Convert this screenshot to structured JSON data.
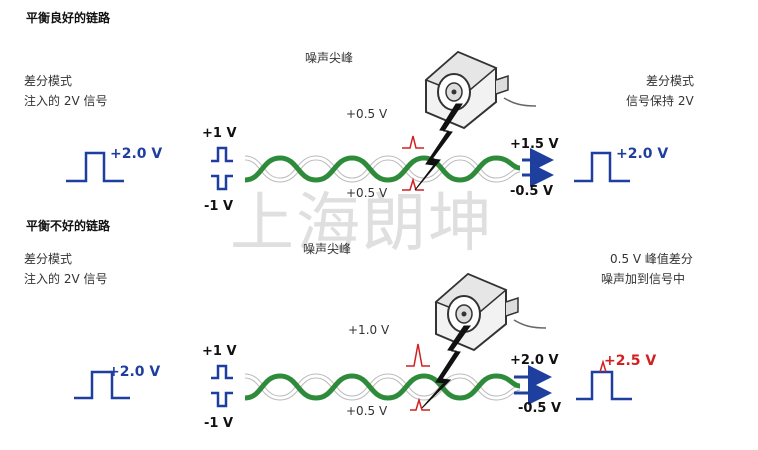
{
  "good_link": {
    "heading": "平衡良好的链路",
    "noise_label": "噪声尖峰",
    "left_note_1": "差分模式",
    "left_note_2": "注入的 2V 信号",
    "right_note_1": "差分模式",
    "right_note_2": "信号保持 2V",
    "input_amplitude": "+2.0 V",
    "pos_in": "+1 V",
    "neg_in": "-1 V",
    "noise_top": "+0.5 V",
    "noise_bottom": "+0.5 V",
    "out_pos": "+1.5 V",
    "out_neg": "-0.5 V",
    "output_amplitude": "+2.0 V"
  },
  "bad_link": {
    "heading": "平衡不好的链路",
    "noise_label": "噪声尖峰",
    "left_note_1": "差分模式",
    "left_note_2": "注入的 2V 信号",
    "right_note_1": "0.5 V 峰值差分",
    "right_note_2": "噪声加到信号中",
    "input_amplitude": "+2.0 V",
    "pos_in": "+1 V",
    "neg_in": "-1 V",
    "noise_top": "+1.0 V",
    "noise_bottom": "+0.5 V",
    "out_pos": "+2.0 V",
    "out_neg": "-0.5 V",
    "output_amplitude": "+2.5 V"
  },
  "watermark": "上海朗坤",
  "colors": {
    "signal_blue": "#1f3f9f",
    "noise_red": "#d22020",
    "cable_green": "#2e8b3a",
    "cable_white": "#ffffff",
    "motor_gray": "#444444"
  },
  "icons": [
    "motor-icon",
    "lightning-bolt-icon",
    "arrow-right-icon"
  ]
}
